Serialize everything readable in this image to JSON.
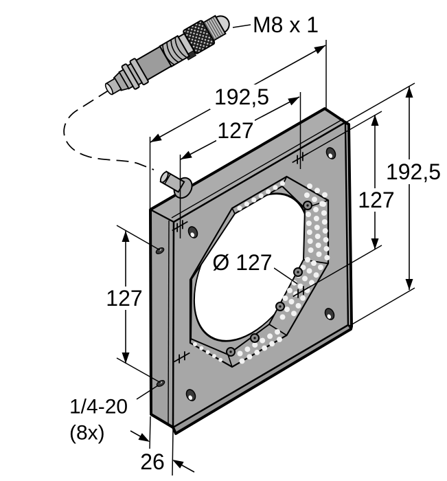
{
  "drawing": {
    "type": "technical-dimension-drawing",
    "subject": "square ring light panel with M8 pigtail connector"
  },
  "labels": {
    "connector_thread": "M8 x 1",
    "top_width_overall": "192,5",
    "top_width_holes": "127",
    "right_height_overall": "192,5",
    "right_height_holes": "127",
    "left_height_holes": "127",
    "aperture_diameter": "Ø 127",
    "mount_thread": "1/4-20",
    "mount_thread_count": "(8x)",
    "depth": "26"
  },
  "colors": {
    "background": "#ffffff",
    "outline": "#000000",
    "panel_face": "#a7a7a7",
    "panel_top": "#acacac",
    "panel_left": "#a2a2a2",
    "panel_bottom_edge": "#979797",
    "panel_right_edge": "#b5b5b5",
    "led_dot": "#f2f2f2",
    "knurl_dark": "#1e1e1e",
    "hole_dark": "#3a3a3a"
  }
}
